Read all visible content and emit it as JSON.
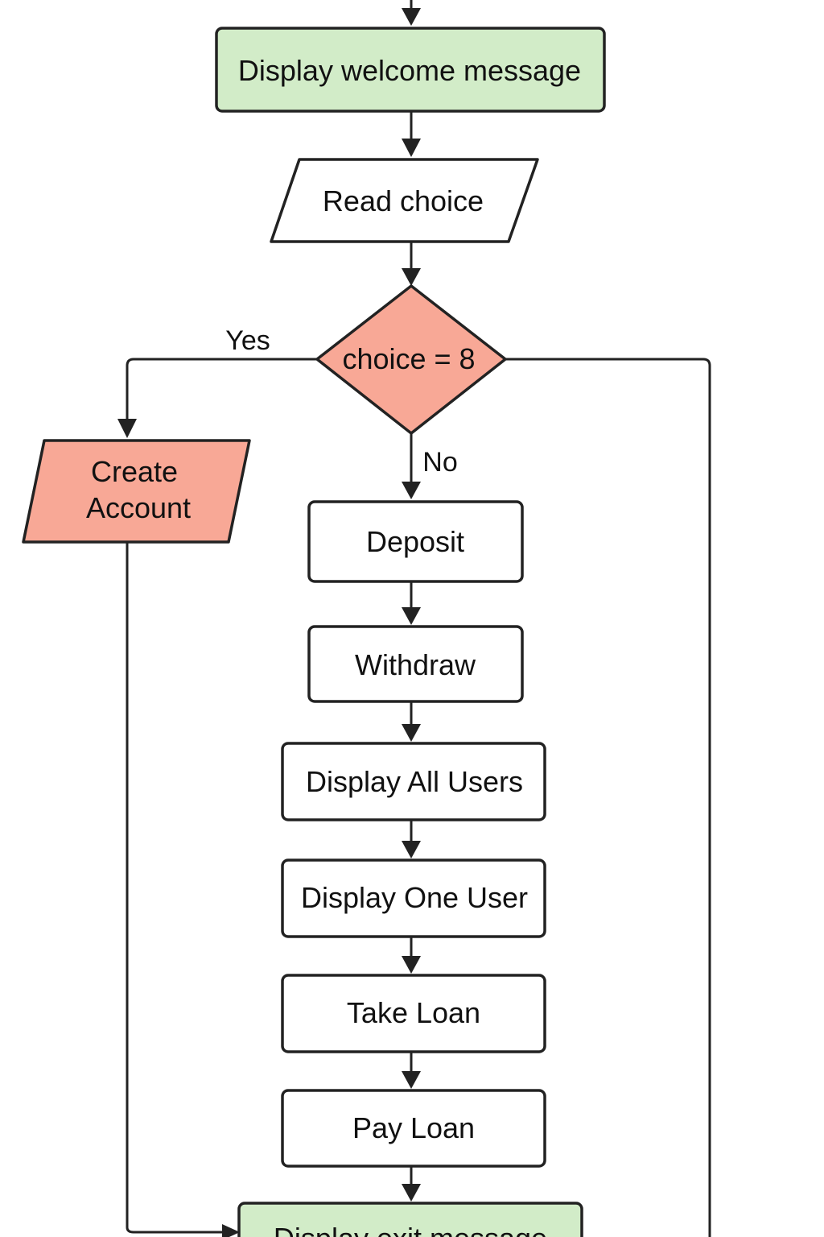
{
  "colors": {
    "start_end_fill": "#d2ecc8",
    "decision_fill": "#f8a896",
    "input_fill": "#ffffff",
    "process_fill": "#ffffff",
    "stroke": "#222222"
  },
  "nodes": {
    "welcome": "Display welcome message",
    "read_choice": "Read choice",
    "decision": "choice = 8",
    "create_account": [
      "Create",
      "Account"
    ],
    "deposit": "Deposit",
    "withdraw": "Withdraw",
    "display_all_users": "Display All Users",
    "display_one_user": "Display One User",
    "take_loan": "Take Loan",
    "pay_loan": "Pay Loan",
    "exit_message": "Display exit message"
  },
  "edges": {
    "yes_label": "Yes",
    "no_label": "No"
  }
}
